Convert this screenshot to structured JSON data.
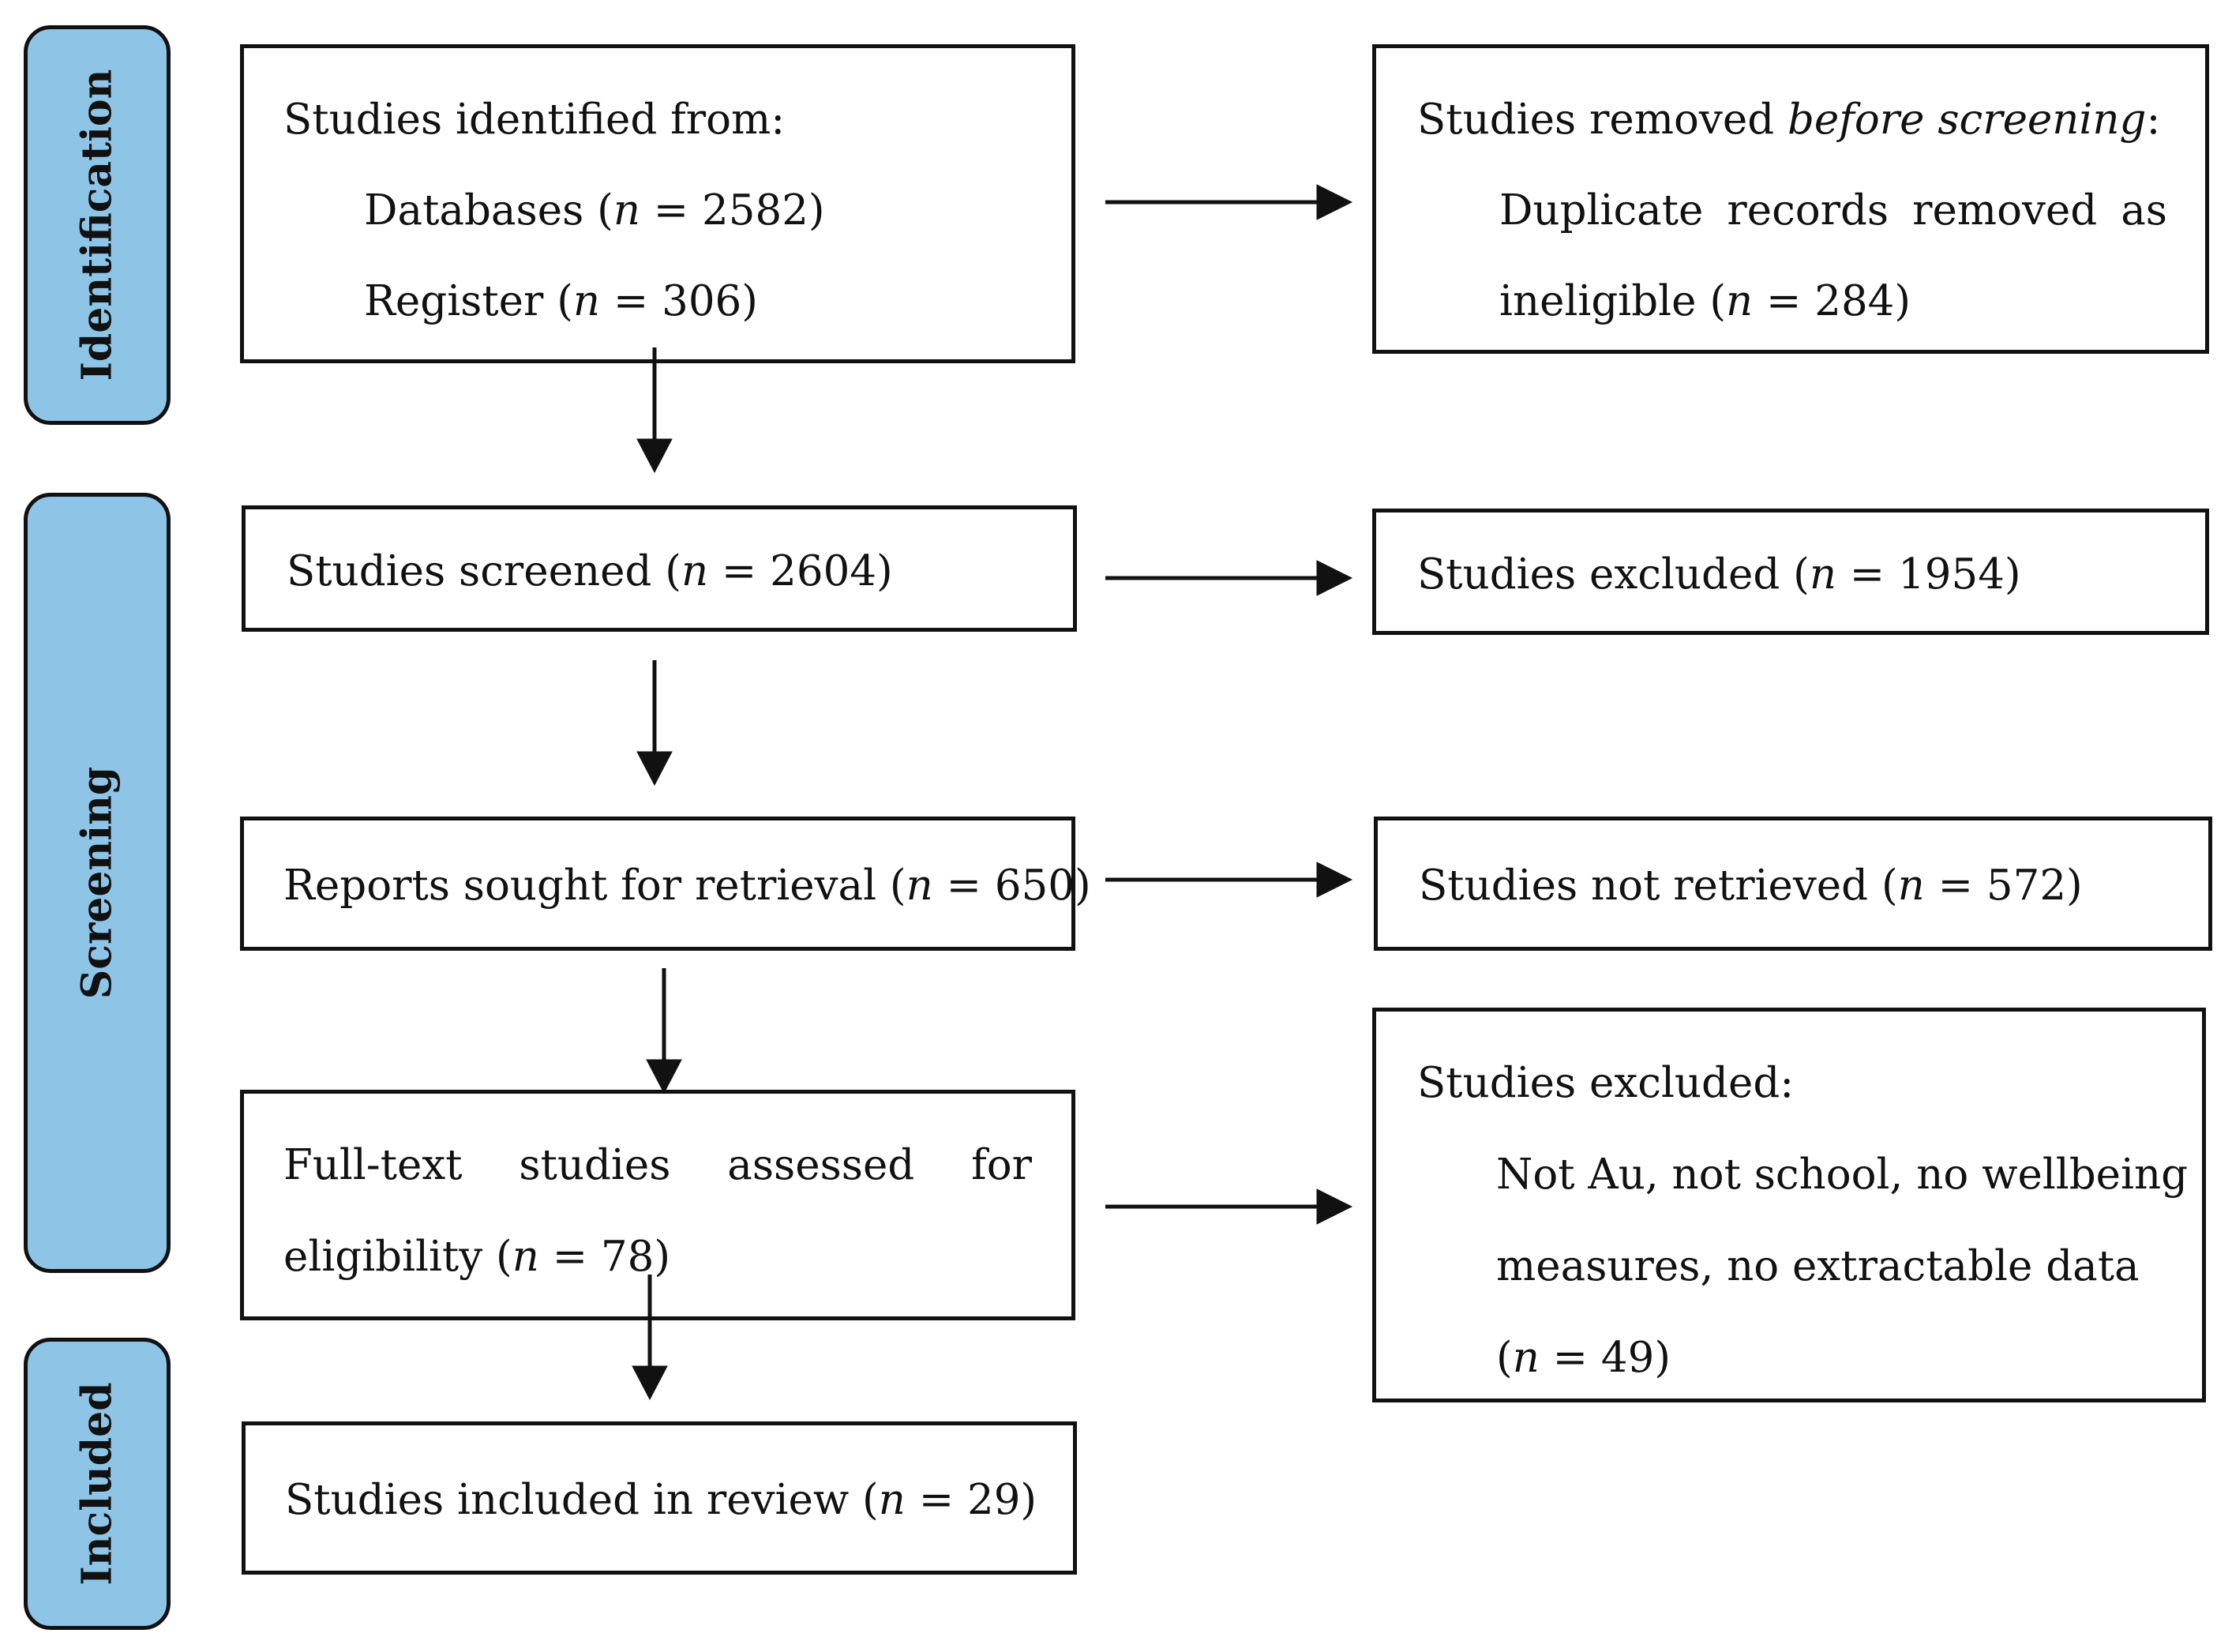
{
  "phases": {
    "identification": "Identification",
    "screening": "Screening",
    "included": "Included"
  },
  "boxes": {
    "identified": {
      "heading": "Studies identified from:",
      "databases": {
        "label": "Databases (",
        "n_symbol": "n",
        "value": " = 2582)"
      },
      "register": {
        "label": "Register (",
        "n_symbol": "n",
        "value": " = 306)"
      }
    },
    "removed": {
      "heading_prefix": "Studies removed ",
      "heading_emphasis": "before screening",
      "heading_suffix": ":",
      "line1_words": [
        "Duplicate",
        "records",
        "removed",
        "as"
      ],
      "line2": {
        "label": "ineligible (",
        "n_symbol": "n",
        "value": " = 284)"
      }
    },
    "screened": {
      "label": "Studies screened (",
      "n_symbol": "n",
      "value": " = 2604)"
    },
    "excluded_screening": {
      "label": "Studies excluded (",
      "n_symbol": "n",
      "value": " = 1954)"
    },
    "sought": {
      "label": "Reports sought for retrieval (",
      "n_symbol": "n",
      "value": " = 650)"
    },
    "not_retrieved": {
      "label": "Studies not retrieved (",
      "n_symbol": "n",
      "value": " = 572)"
    },
    "assessed": {
      "line1_words": [
        "Full-text",
        "studies",
        "assessed",
        "for"
      ],
      "line2": {
        "label": "eligibility (",
        "n_symbol": "n",
        "value": " = 78)"
      }
    },
    "excluded_full": {
      "heading": "Studies excluded:",
      "reason_line1": "Not Au, not school, no wellbeing",
      "reason_line2": "measures, no extractable data",
      "count": {
        "label": "(",
        "n_symbol": "n",
        "value": " = 49)"
      }
    },
    "included": {
      "label": "Studies included in review (",
      "n_symbol": "n",
      "value": " = 29)"
    }
  }
}
